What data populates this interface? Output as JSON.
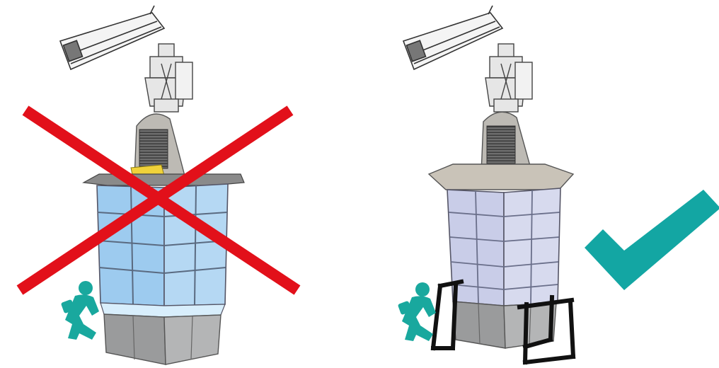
{
  "panels": [
    {
      "verdict": "incorrect",
      "mark_icon": "red-cross-icon",
      "load_support": "none",
      "person_icon": "crouching-worker-icon"
    },
    {
      "verdict": "correct",
      "mark_icon": "teal-checkmark-icon",
      "load_support": "support-stand",
      "person_icon": "crouching-worker-icon"
    }
  ],
  "colors": {
    "cross": "#e2101a",
    "check": "#13a6a3",
    "worker": "#19a89e",
    "steel": "#9a9b9c",
    "glass_blue": "#9dcbef",
    "glass_lavender": "#c9cde8",
    "hood": "#bdbab4",
    "frame": "#111111",
    "highlight": "#f0d23a"
  }
}
